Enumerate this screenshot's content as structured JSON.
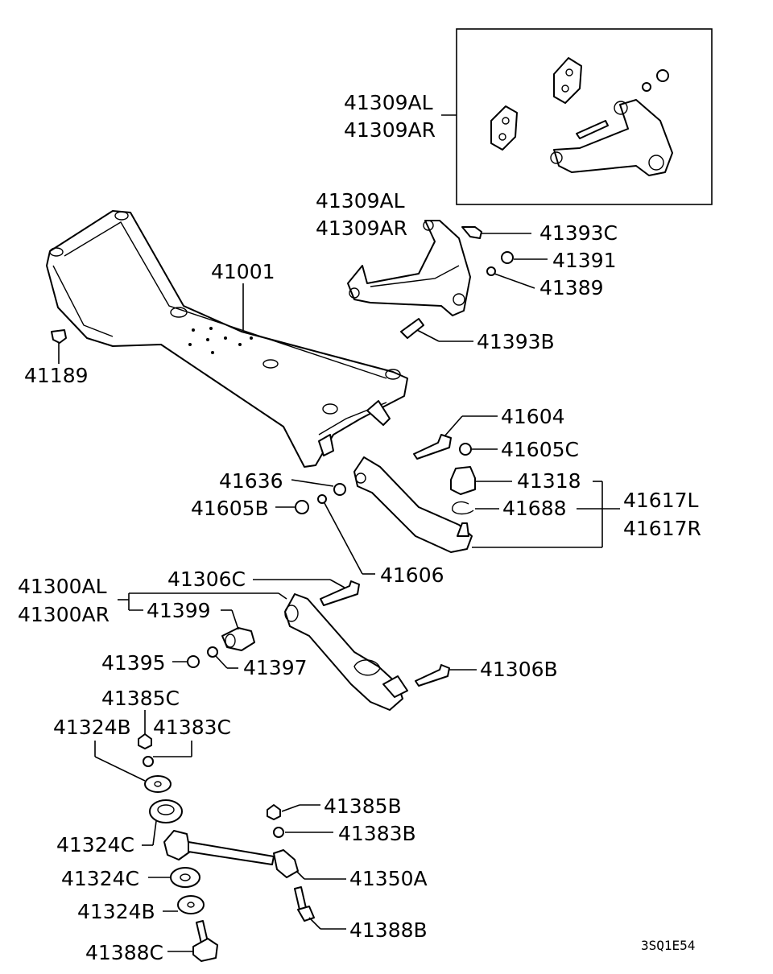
{
  "figure_code": "3SQ1E54",
  "parts": {
    "p41001": "41001",
    "p41189": "41189",
    "p41309AL": "41309AL",
    "p41309AR": "41309AR",
    "p41393C": "41393C",
    "p41391": "41391",
    "p41389": "41389",
    "p41393B": "41393B",
    "p41604": "41604",
    "p41605C": "41605C",
    "p41318": "41318",
    "p41688": "41688",
    "p41617L": "41617L",
    "p41617R": "41617R",
    "p41636": "41636",
    "p41605B": "41605B",
    "p41606": "41606",
    "p41300AL": "41300AL",
    "p41300AR": "41300AR",
    "p41306C": "41306C",
    "p41399": "41399",
    "p41395": "41395",
    "p41397": "41397",
    "p41306B": "41306B",
    "p41385C": "41385C",
    "p41324B": "41324B",
    "p41383C": "41383C",
    "p41385B": "41385B",
    "p41383B": "41383B",
    "p41324C": "41324C",
    "p41350A": "41350A",
    "p41388B": "41388B",
    "p41388C": "41388C"
  }
}
